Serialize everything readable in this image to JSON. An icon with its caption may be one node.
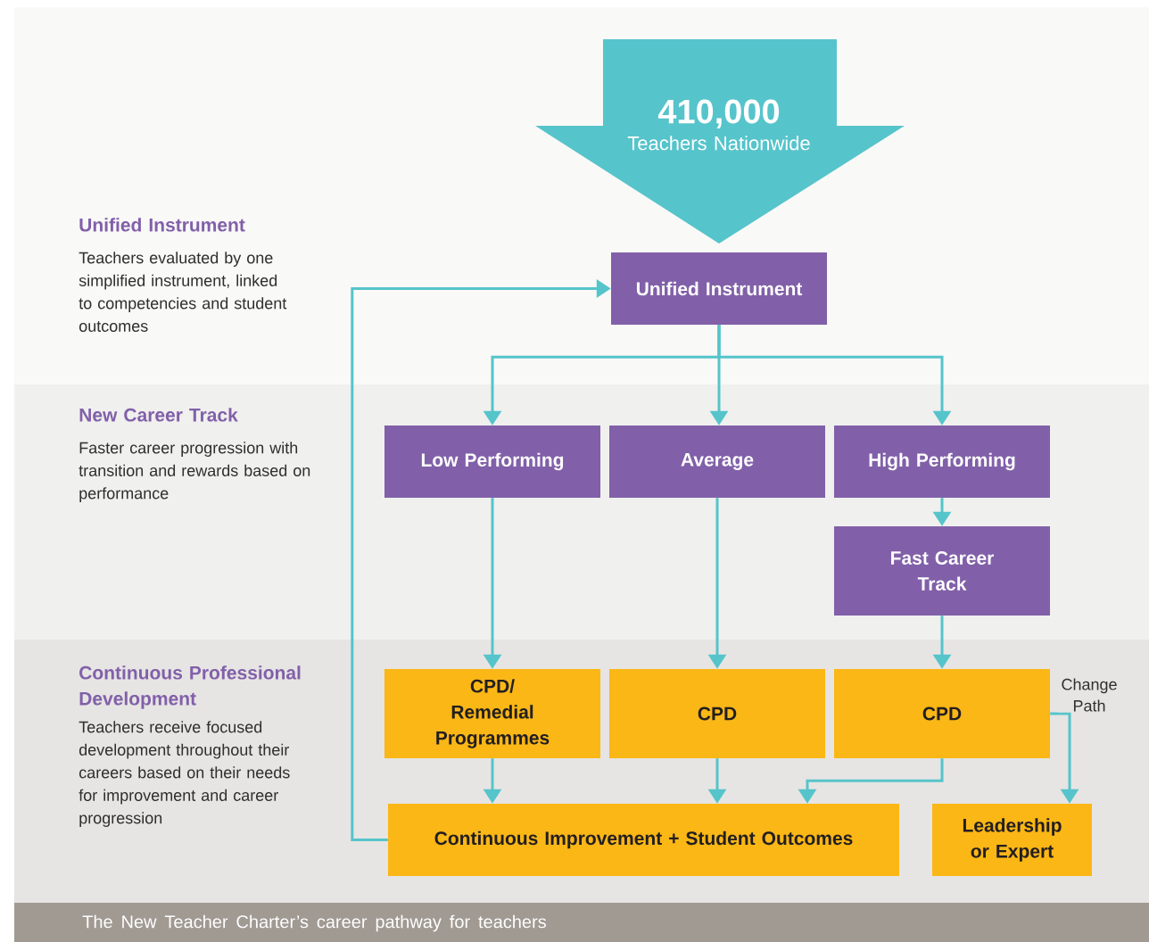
{
  "diagram": {
    "caption": "The New Teacher Charter’s career pathway for teachers",
    "nodes": [
      {
        "text": [
          "410,000",
          "Teachers Nationwide"
        ]
      },
      {
        "text": [
          "Unified Instrument"
        ]
      },
      {
        "text": [
          "Low Performing"
        ]
      },
      {
        "text": [
          "Average"
        ]
      },
      {
        "text": [
          "High Performing"
        ]
      },
      {
        "text": [
          "Fast Career Track"
        ]
      },
      {
        "text": [
          "CPD/ Remedial Programmes"
        ]
      },
      {
        "text": [
          "CPD"
        ]
      },
      {
        "text": [
          "CPD"
        ]
      },
      {
        "text": [
          "Continuous Improvement + Student Outcomes"
        ]
      },
      {
        "text": [
          "Leadership or Expert"
        ]
      }
    ],
    "edges": [
      {
        "from": 1,
        "to": 2,
        "arrow": "to"
      },
      {
        "from": 1,
        "to": 3,
        "arrow": "to"
      },
      {
        "from": 1,
        "to": 4,
        "arrow": "to"
      },
      {
        "from": 4,
        "to": 5,
        "arrow": "to"
      },
      {
        "from": 2,
        "to": 6,
        "arrow": "to"
      },
      {
        "from": 3,
        "to": 7,
        "arrow": "to"
      },
      {
        "from": 5,
        "to": 8,
        "arrow": "to"
      },
      {
        "from": 6,
        "to": 9,
        "arrow": "to"
      },
      {
        "from": 7,
        "to": 9,
        "arrow": "to"
      },
      {
        "from": 8,
        "to": 9,
        "arrow": "to"
      },
      {
        "from": 8,
        "to": 10,
        "arrow": "to",
        "label": "Change Path"
      },
      {
        "from": 9,
        "to": 1,
        "arrow": "to"
      }
    ],
    "labels": [
      "Unified Instrument",
      "Teachers evaluated by one simplified instrument, linked to competencies and student outcomes",
      "New Career Track",
      "Faster career progression with transition and rewards based on performance",
      "Continuous Professional Development",
      "Teachers receive focused development throughout their careers based on their needs for improvement and career progression"
    ]
  }
}
